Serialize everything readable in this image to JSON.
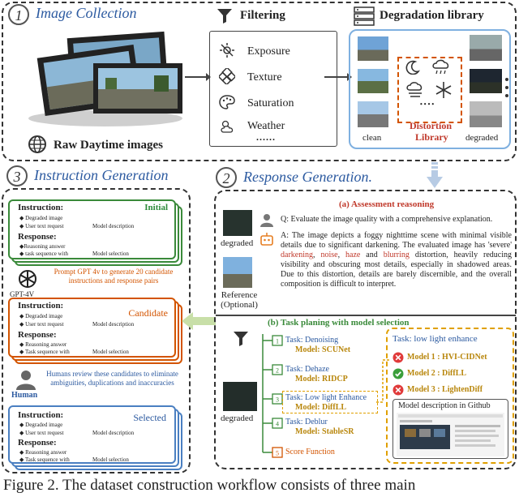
{
  "panel1": {
    "number": "1",
    "title": "Image Collection",
    "raw_label": "Raw Daytime images"
  },
  "filtering": {
    "title": "Filtering",
    "items": [
      "Exposure",
      "Texture",
      "Saturation",
      "Weather"
    ],
    "more": "......"
  },
  "degradation": {
    "title": "Degradation library",
    "clean_label": "clean",
    "degraded_label": "degraded",
    "distortion_label_1": "Distortion",
    "distortion_label_2": "Library",
    "dots": "• • • •"
  },
  "panel3": {
    "number": "3",
    "title": "Instruction Generation",
    "initial": {
      "tag": "Initial",
      "instruction_label": "Instruction:",
      "line1": "◆ Degraded image",
      "line2a": "◆ User text request",
      "line2b": "Model description",
      "response_label": "Response:",
      "line3": "◆Reasoning answer",
      "line4a": "◆ task sequence with",
      "line4b": "Model selection"
    },
    "gpt_label": "GPT-4V",
    "gpt_text": "Prompt GPT 4v to generate 20 candidate instructions and response pairs",
    "candidate": {
      "tag": "Candidate",
      "instruction_label": "Instruction:",
      "line1": "◆ Degraded image",
      "line2a": "◆ User text request",
      "line2b": "Model description",
      "response_label": "Response:",
      "line3": "◆ Reasoning answer",
      "line4a": "◆ Task sequence with",
      "line4b": "Model selection"
    },
    "human_label": "Human",
    "human_text": "Humans review these candidates to eliminate ambiguities, duplications and inaccuracies",
    "selected": {
      "tag": "Selected",
      "instruction_label": "Instruction:",
      "line1": "◆ Degraded image",
      "line2a": "◆ User text request",
      "line2b": "Model description",
      "response_label": "Response:",
      "line3": "◆ Reasoning answer",
      "line4a": "◆ Task sequence with",
      "line4b": "Model selection"
    }
  },
  "panel2": {
    "number": "2",
    "title": "Response Generation.",
    "assessment_title": "(a) Assessment reasoning",
    "question": "Q: Evaluate the image quality with a comprehensive explanation.",
    "answer_1": "A: The image depicts a foggy nighttime scene with minimal visible details due to significant darkening. The evaluated image has 'severe'",
    "kw_darkening": "darkening",
    "kw_noise": "noise",
    "kw_haze": "haze",
    "and": "and",
    "kw_blurring": "blurring",
    "answer_2": "distortion, heavily reducing visibility and obscuring most details, especially in shadowed areas. Due to this distortion, details are barely discernible, and the overall composition is difficult to interpret.",
    "degraded_label": "degraded",
    "reference_label": "Reference (Optional)",
    "task_planning_title": "(b) Task planing with model selection",
    "tasks": [
      {
        "task": "Task: Denoising",
        "model": "Model: SCUNet"
      },
      {
        "task": "Task: Dehaze",
        "model": "Model: RIDCP"
      },
      {
        "task": "Task: Low light Enhance",
        "model": "Model: DiffLL"
      },
      {
        "task": "Task: Deblur",
        "model": "Model: StableSR"
      }
    ],
    "score_function": "Score Function",
    "bottom_degraded": "degraded",
    "lowlight_title": "Task: low light enhance",
    "models": [
      {
        "status": "reject",
        "label": "Model 1 : HVI-CIDNet"
      },
      {
        "status": "accept",
        "label": "Model 2 : DiffLL"
      },
      {
        "status": "reject",
        "label": "Model 3 : LightenDiff"
      }
    ],
    "github_label": "Model description in Github"
  },
  "caption": "Figure 2. The dataset construction workflow consists of three main"
}
